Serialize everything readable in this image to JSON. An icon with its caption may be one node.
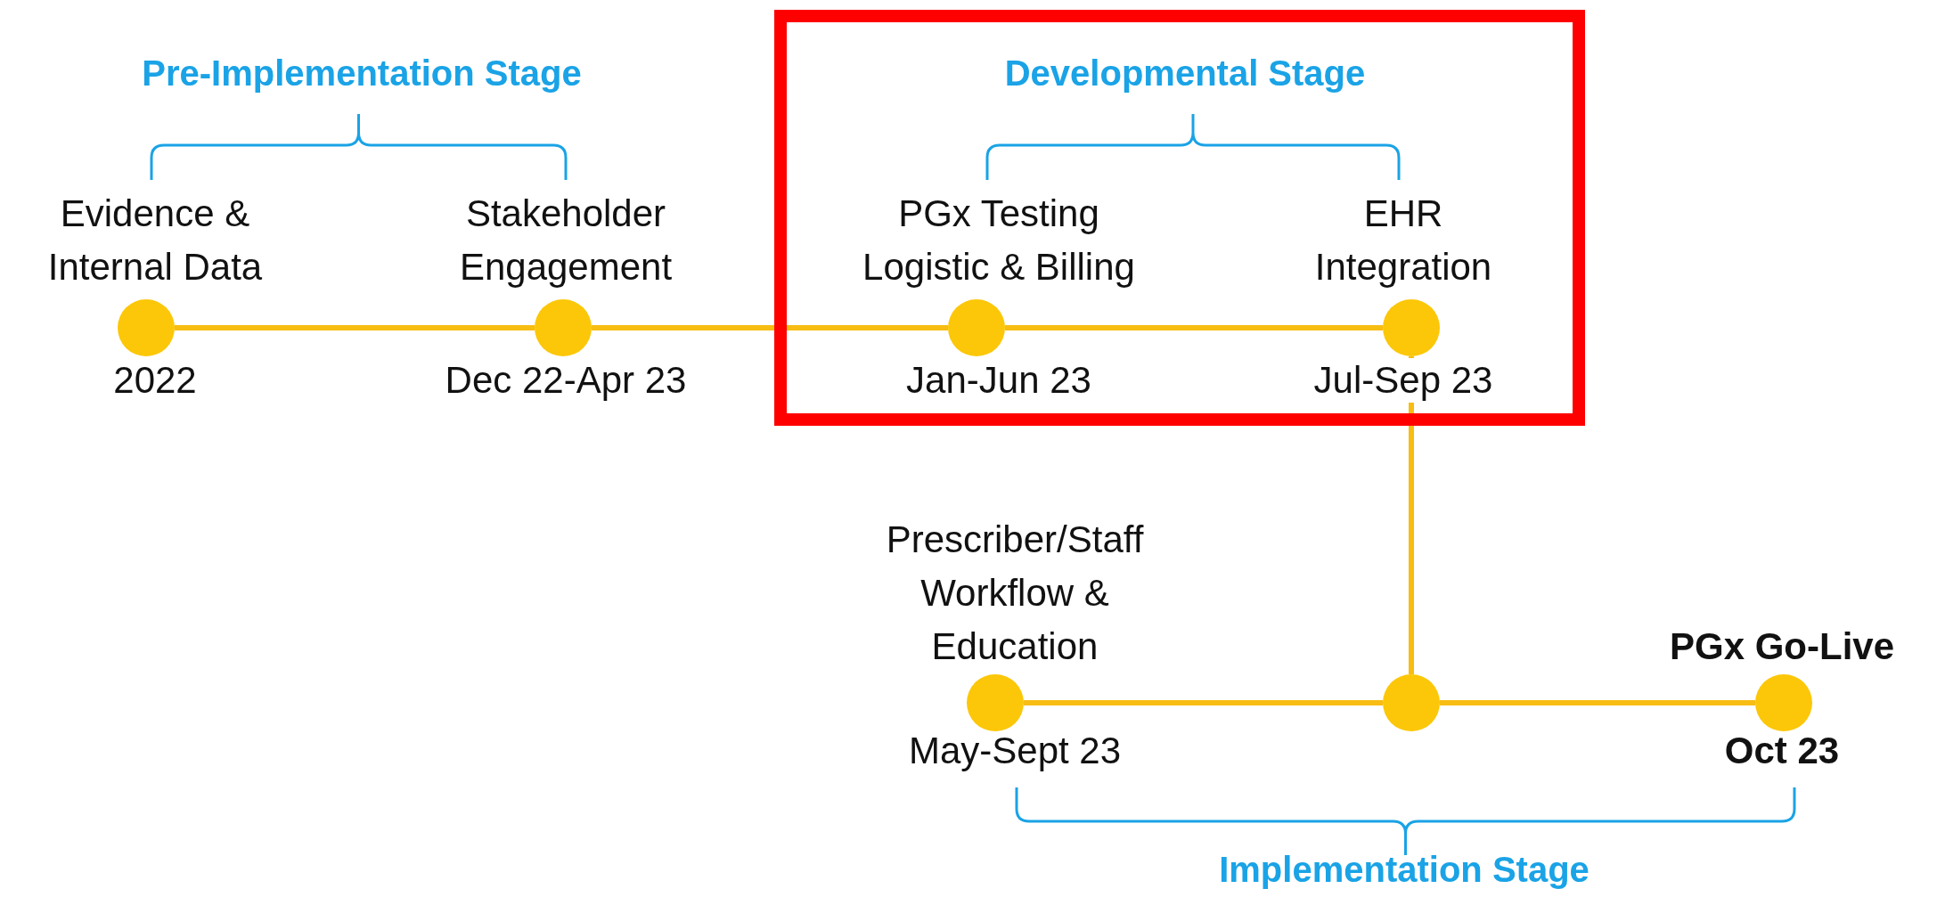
{
  "diagram": {
    "nodes": [
      {
        "text": [],
        "shape": "circle",
        "beside": [
          "Evidence & Internal Data",
          "2022"
        ]
      },
      {
        "text": [],
        "shape": "circle",
        "beside": [
          "Stakeholder Engagement",
          "Dec 22-Apr 23"
        ]
      },
      {
        "text": [
          "Developmental Stage"
        ]
      },
      {
        "text": [],
        "shape": "circle",
        "beside": [
          "PGx Testing Logistic & Billing",
          "Jan-Jun 23"
        ],
        "in": 2
      },
      {
        "text": [],
        "shape": "circle",
        "beside": [
          "EHR Integration",
          "Jul-Sep 23"
        ],
        "in": 2
      },
      {
        "text": [],
        "shape": "circle",
        "beside": [
          "Prescriber/Staff Workflow & Education",
          "May-Sept 23"
        ]
      },
      {
        "text": [],
        "shape": "circle"
      },
      {
        "text": [],
        "shape": "circle",
        "beside": [
          "PGx Go-Live",
          "Oct 23"
        ]
      }
    ],
    "edges": [
      {
        "from": 0,
        "to": 1,
        "arrow": "none"
      },
      {
        "from": 1,
        "to": 3,
        "arrow": "none"
      },
      {
        "from": 3,
        "to": 4,
        "arrow": "none"
      },
      {
        "from": 4,
        "to": 6,
        "arrow": "none"
      },
      {
        "from": 5,
        "to": 6,
        "arrow": "none"
      },
      {
        "from": 6,
        "to": 7,
        "arrow": "none"
      }
    ],
    "labels": [
      "Pre-Implementation Stage",
      "Implementation Stage"
    ]
  }
}
